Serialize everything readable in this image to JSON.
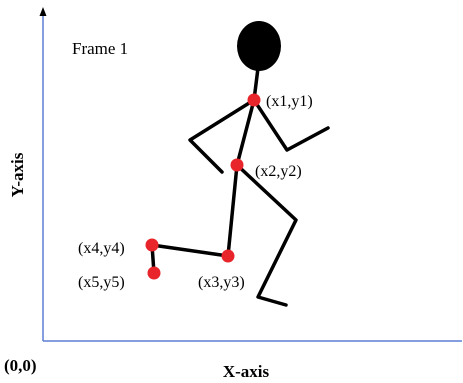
{
  "frame_label": "Frame 1",
  "x_axis_label": "X-axis",
  "y_axis_label": "Y-axis",
  "origin_label": "(0,0)",
  "colors": {
    "axis": "#5b7fd6",
    "figure": "#000000",
    "joint": "#e8252b"
  },
  "joints": [
    {
      "id": "joint-1",
      "label": "(x1,y1)"
    },
    {
      "id": "joint-2",
      "label": "(x2,y2)"
    },
    {
      "id": "joint-3",
      "label": "(x3,y3)"
    },
    {
      "id": "joint-4",
      "label": "(x4,y4)"
    },
    {
      "id": "joint-5",
      "label": "(x5,y5)"
    }
  ]
}
